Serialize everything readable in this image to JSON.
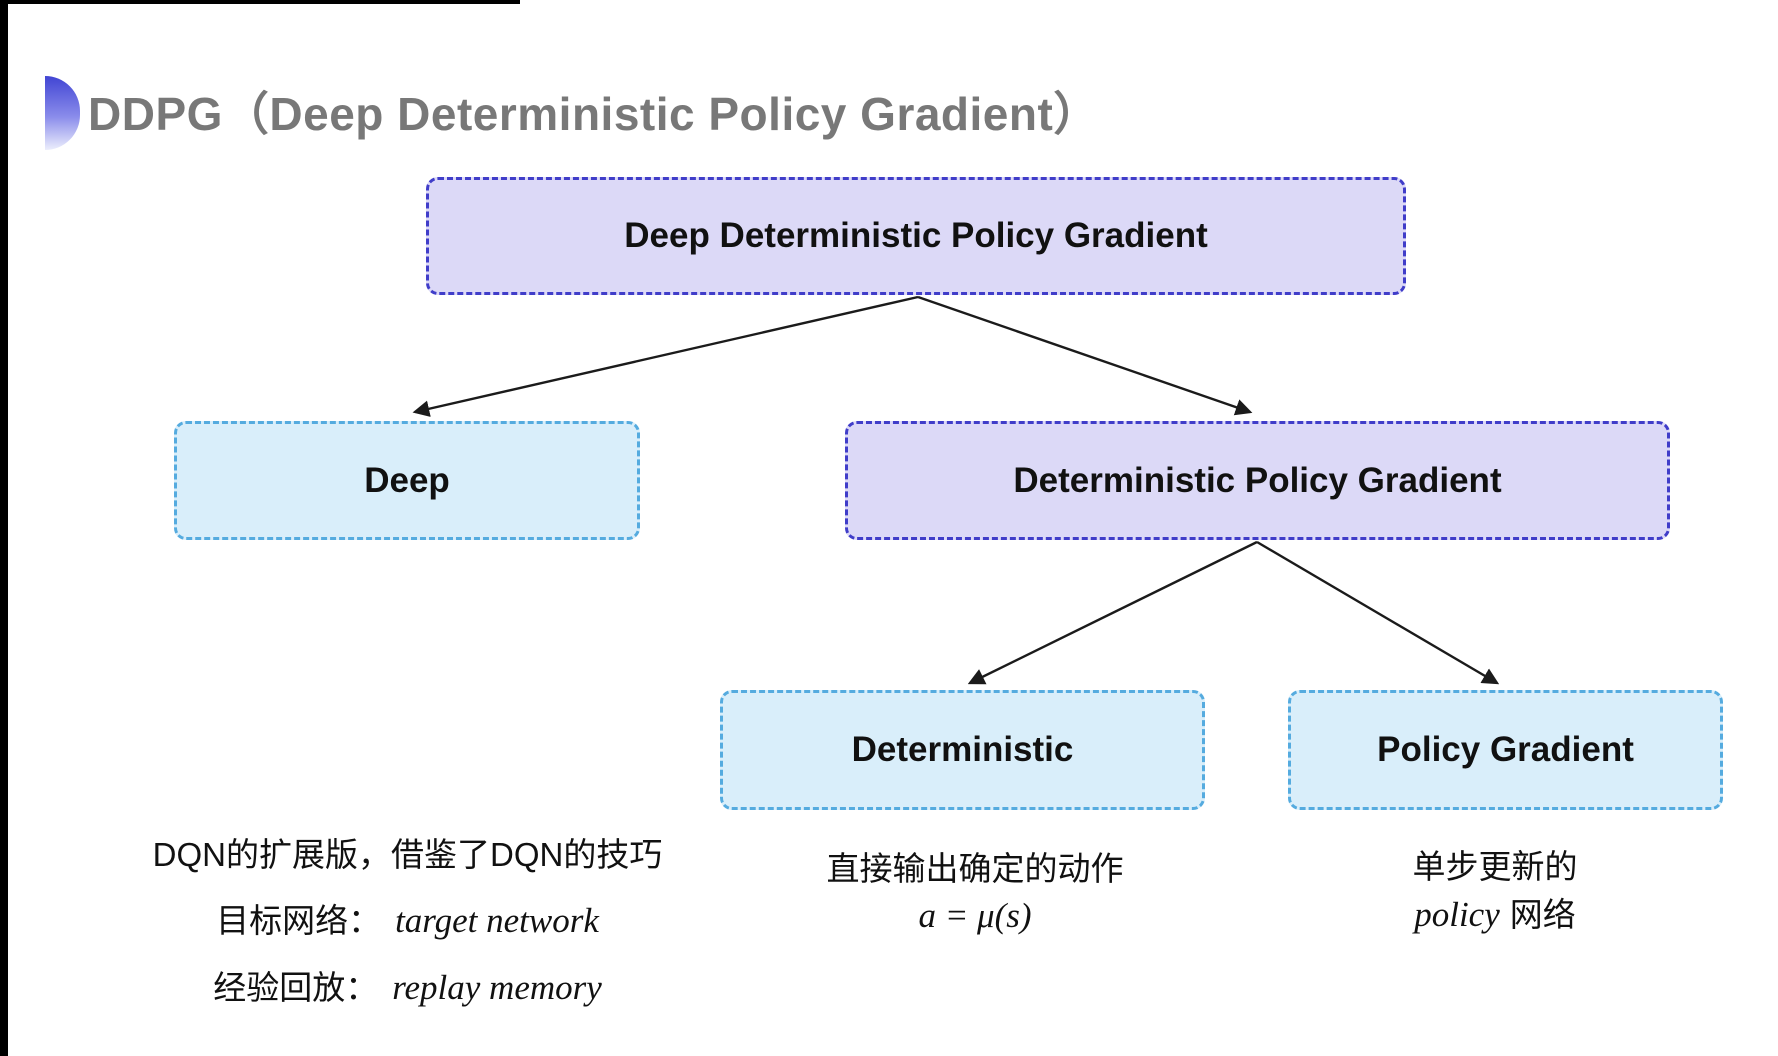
{
  "slide": {
    "title": "DDPG（Deep Deterministic Policy Gradient）"
  },
  "tree": {
    "root": "Deep Deterministic Policy Gradient",
    "level2": {
      "deep": "Deep",
      "dpg": "Deterministic Policy Gradient"
    },
    "level3": {
      "deterministic": "Deterministic",
      "policy_gradient": "Policy Gradient"
    }
  },
  "notes": {
    "deep": {
      "line1": "DQN的扩展版，借鉴了DQN的技巧",
      "target_label": "目标网络：",
      "target_term": "target network",
      "replay_label": "经验回放：",
      "replay_term": "replay memory"
    },
    "deterministic": {
      "line1": "直接输出确定的动作",
      "formula": "a = μ(s)"
    },
    "policy_gradient": {
      "line1": "单步更新的",
      "term": "policy",
      "suffix": "网络"
    }
  },
  "colors": {
    "purple_fill": "#dcd9f7",
    "purple_border": "#403dc9",
    "blue_fill": "#d9eefa",
    "blue_border": "#55abdf",
    "title_color": "#787878",
    "text_color": "#111111",
    "arrow_color": "#1b1b1b",
    "accent_top": "#4145d3",
    "accent_bottom": "#eceefc"
  }
}
